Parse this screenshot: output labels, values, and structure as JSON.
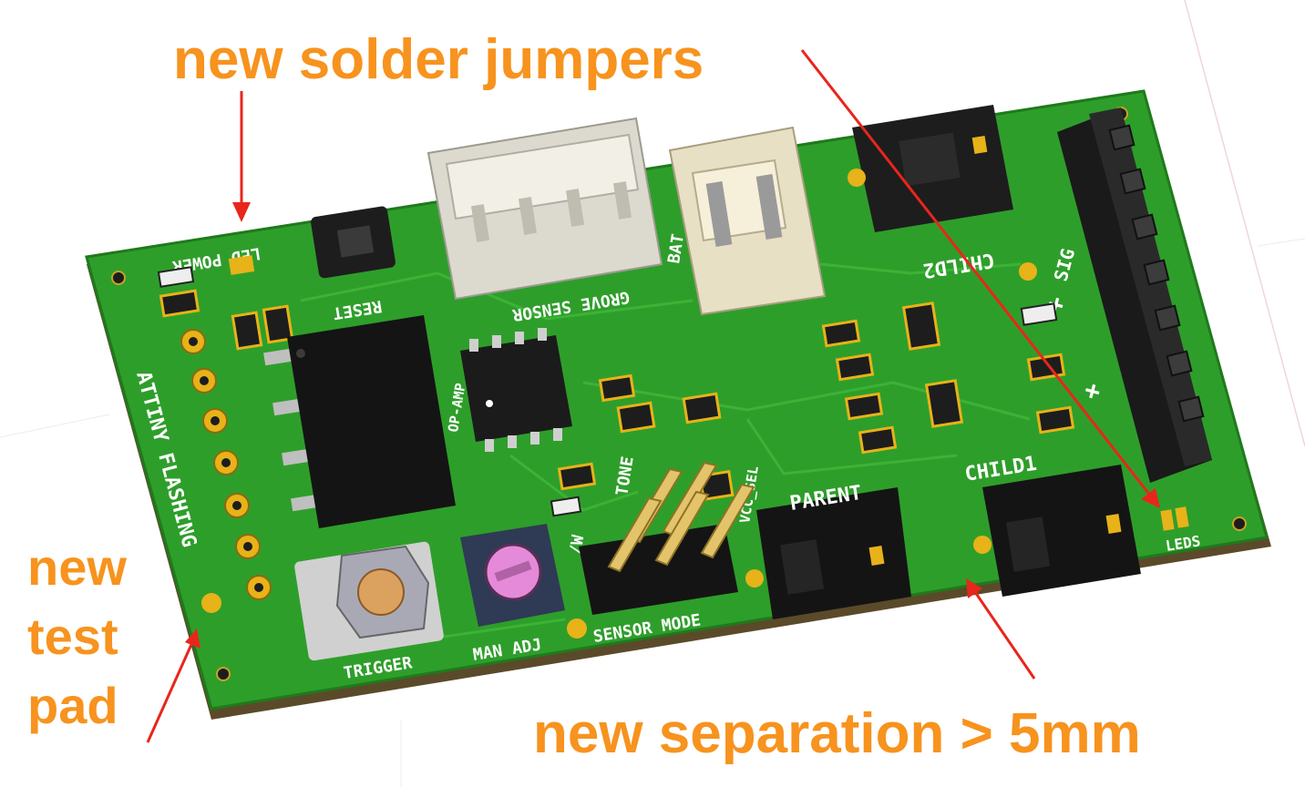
{
  "annotations": {
    "top": "new solder jumpers",
    "left": "new test pad",
    "bottom": "new separation > 5mm"
  },
  "board_labels": {
    "led_power": "LED POWER",
    "reset": "RESET",
    "grove_sensor": "GROVE SENSOR",
    "bat": "BAT",
    "child2": "CHILD2",
    "sig": "SIG",
    "attiny_flashing": "ATTINY FLASHING",
    "op_amp": "OP-AMP",
    "tone": "TONE",
    "vcc_sel": "VCC_SEL",
    "parent": "PARENT",
    "child1": "CHILD1",
    "leds": "LEDS",
    "trigger": "TRIGGER",
    "man_adj": "MAN ADJ",
    "sensor_mode": "SENSOR MODE",
    "w": "/W"
  },
  "colors": {
    "annotation": "#f7931e",
    "arrow": "#e8261c",
    "pcb_green": "#2e9e2a",
    "pad_gold": "#e8b219"
  }
}
